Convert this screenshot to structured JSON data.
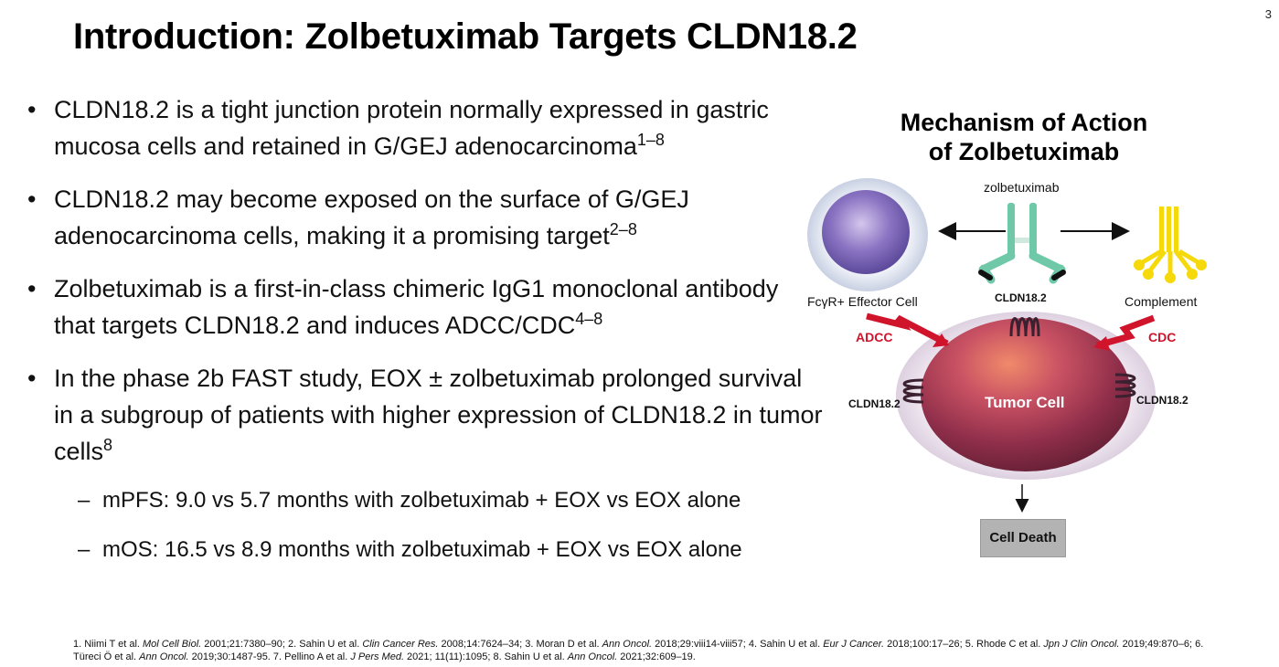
{
  "page_number": "3",
  "title": "Introduction: Zolbetuximab Targets CLDN18.2",
  "bullets": [
    {
      "text": "CLDN18.2 is a tight junction protein normally expressed in gastric mucosa cells and retained in G/GEJ adenocarcinoma",
      "sup": "1–8"
    },
    {
      "text": "CLDN18.2 may become exposed on the surface of G/GEJ adenocarcinoma cells, making it a promising target",
      "sup": "2–8"
    },
    {
      "text": "Zolbetuximab is a first-in-class chimeric IgG1 monoclonal antibody that targets CLDN18.2 and induces ADCC/CDC",
      "sup": "4–8"
    },
    {
      "text": "In the phase 2b FAST study, EOX ± zolbetuximab prolonged survival in a subgroup of patients with higher expression of CLDN18.2 in tumor cells",
      "sup": "8"
    }
  ],
  "sub_bullets": [
    "mPFS: 9.0 vs 5.7 months with zolbetuximab + EOX vs EOX alone",
    "mOS: 16.5 vs 8.9 months with zolbetuximab + EOX vs EOX alone"
  ],
  "diagram": {
    "title_line1": "Mechanism of Action",
    "title_line2": "of Zolbetuximab",
    "antibody_label": "zolbetuximab",
    "effector_label": "FcγR+ Effector Cell",
    "complement_label": "Complement",
    "cldn_top": "CLDN18.2",
    "cldn_left": "CLDN18.2",
    "cldn_right": "CLDN18.2",
    "adcc": "ADCC",
    "cdc": "CDC",
    "tumor": "Tumor Cell",
    "cell_death": "Cell Death",
    "colors": {
      "accent_red": "#d0142c",
      "antibody_green": "#6fc9a8",
      "complement_yellow": "#f5d90a"
    }
  },
  "references": [
    {
      "before": "1. Niimi T et al. ",
      "journal": "Mol Cell Biol.",
      "after": " 2001;21:7380–90; "
    },
    {
      "before": "2. Sahin U et al. ",
      "journal": "Clin Cancer Res.",
      "after": " 2008;14:7624–34; "
    },
    {
      "before": "3. Moran D et al. ",
      "journal": "Ann Oncol.",
      "after": " 2018;29:viii14-viii57; "
    },
    {
      "before": "4. Sahin U et al. ",
      "journal": "Eur J Cancer.",
      "after": " 2018;100:17–26; "
    },
    {
      "before": "5. Rhode C et al. ",
      "journal": "Jpn J Clin Oncol.",
      "after": " 2019;49:870–6; "
    },
    {
      "before": "6. Türeci Ö et al. ",
      "journal": "Ann Oncol.",
      "after": " 2019;30:1487-95. "
    },
    {
      "before": "7. Pellino A et al. ",
      "journal": "J Pers Med.",
      "after": " 2021; 11(11):1095; "
    },
    {
      "before": "8. Sahin U et al. ",
      "journal": "Ann Oncol.",
      "after": " 2021;32:609–19."
    }
  ]
}
